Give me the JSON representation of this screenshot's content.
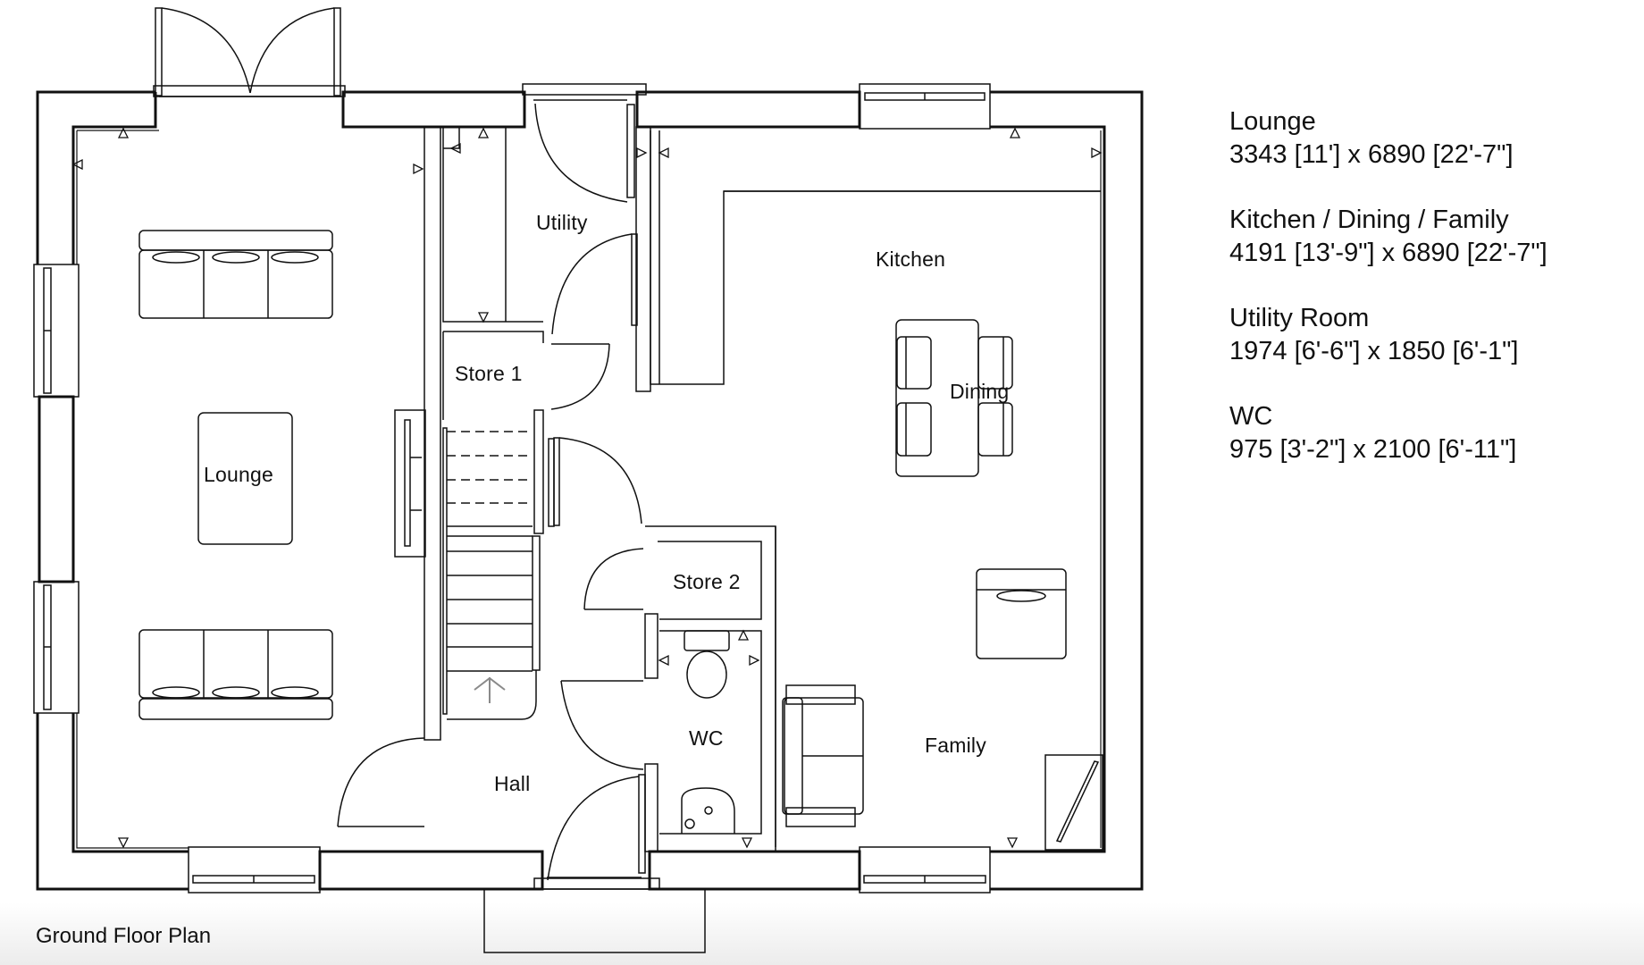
{
  "plan": {
    "title": "Ground Floor Plan",
    "colors": {
      "line": "#111111",
      "background": "#ffffff",
      "arrow": "#8a8a8a"
    }
  },
  "rooms": {
    "lounge": "Lounge",
    "utility": "Utility",
    "store1": "Store 1",
    "store2": "Store 2",
    "kitchen": "Kitchen",
    "dining": "Dining",
    "family": "Family",
    "wc": "WC",
    "hall": "Hall"
  },
  "legend": [
    {
      "name": "Lounge",
      "dims": "3343 [11'] x 6890 [22'-7\"]"
    },
    {
      "name": "Kitchen / Dining / Family",
      "dims": "4191 [13'-9\"] x 6890 [22'-7\"]"
    },
    {
      "name": "Utility Room",
      "dims": "1974 [6'-6\"] x 1850 [6'-1\"]"
    },
    {
      "name": "WC",
      "dims": "975 [3'-2\"] x 2100 [6'-11\"]"
    }
  ],
  "icons": {
    "stair_direction": "up-arrow-icon",
    "socket_marker": "triangle-marker-icon"
  }
}
